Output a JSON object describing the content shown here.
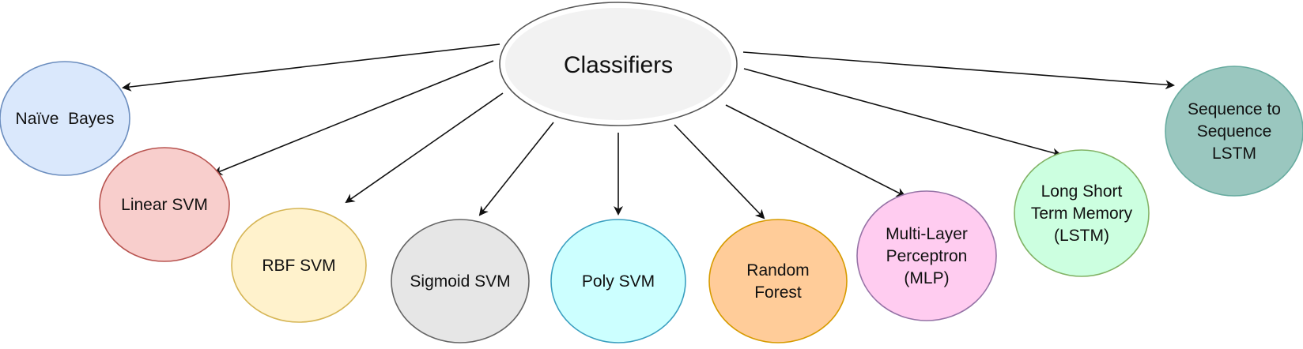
{
  "root": {
    "label": "Classifiers",
    "fill": "#f2f2f2",
    "stroke": "#555555"
  },
  "nodes": [
    {
      "id": "naive-bayes",
      "lines": [
        "Naïve  Bayes"
      ],
      "fill": "#dae8fc",
      "stroke": "#6c8ebf"
    },
    {
      "id": "linear-svm",
      "lines": [
        "Linear SVM"
      ],
      "fill": "#f8cecc",
      "stroke": "#b85450"
    },
    {
      "id": "rbf-svm",
      "lines": [
        "RBF SVM"
      ],
      "fill": "#fff2cc",
      "stroke": "#d6b656"
    },
    {
      "id": "sigmoid-svm",
      "lines": [
        "Sigmoid SVM"
      ],
      "fill": "#e6e6e6",
      "stroke": "#666666"
    },
    {
      "id": "poly-svm",
      "lines": [
        "Poly SVM"
      ],
      "fill": "#ccffff",
      "stroke": "#3a9fc0"
    },
    {
      "id": "random-forest",
      "lines": [
        "Random",
        "Forest"
      ],
      "fill": "#ffcc99",
      "stroke": "#d79b00"
    },
    {
      "id": "mlp",
      "lines": [
        "Multi-Layer",
        "Perceptron",
        "(MLP)"
      ],
      "fill": "#ffccf0",
      "stroke": "#9673a6"
    },
    {
      "id": "lstm",
      "lines": [
        "Long Short",
        "Term Memory",
        "(LSTM)"
      ],
      "fill": "#ccffe0",
      "stroke": "#82b366"
    },
    {
      "id": "seq2seq-lstm",
      "lines": [
        "Sequence to",
        "Sequence",
        "LSTM"
      ],
      "fill": "#9ac7bf",
      "stroke": "#67ab9f"
    }
  ]
}
